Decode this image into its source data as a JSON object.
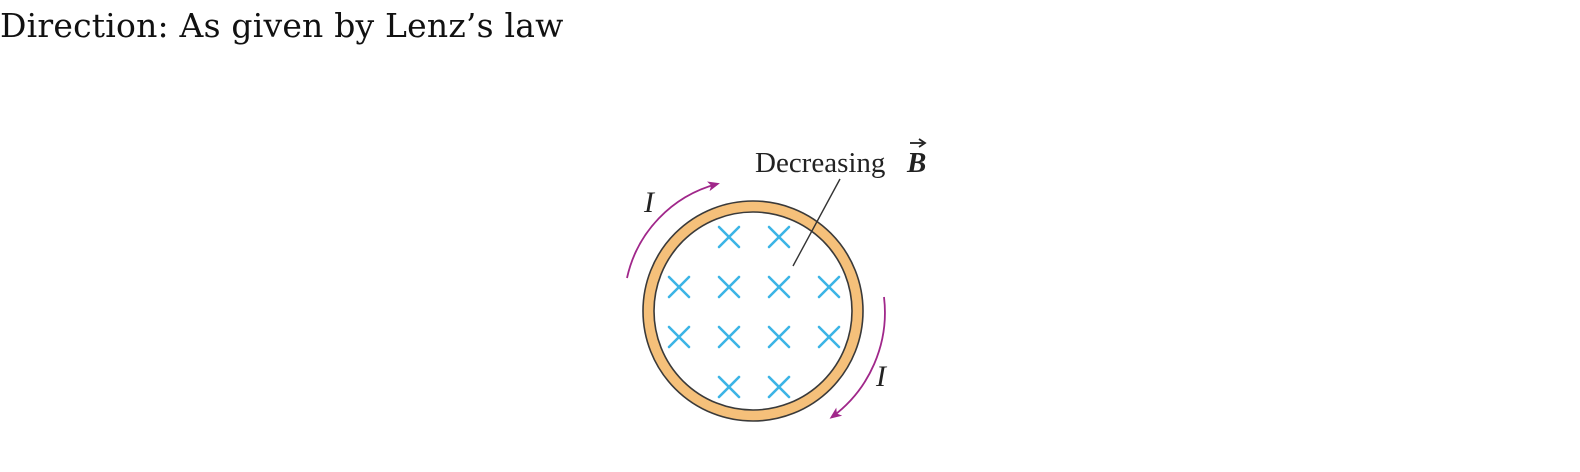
{
  "heading": "Direction: As given by Lenz’s law",
  "diagram": {
    "field_label": "Decreasing",
    "field_symbol": "B",
    "current_label": "I",
    "field_marker": "×",
    "colors": {
      "ring_fill": "#f5c07a",
      "ring_stroke": "#3a3a3a",
      "field_marks": "#3cb4e6",
      "current_arrows": "#a0278a",
      "leader_line": "#333333",
      "text": "#222222"
    },
    "field_rows": [
      2,
      4,
      4,
      2
    ],
    "icons": [
      "field-into-page-icon",
      "current-arrow-icon",
      "vector-arrow-icon"
    ]
  }
}
